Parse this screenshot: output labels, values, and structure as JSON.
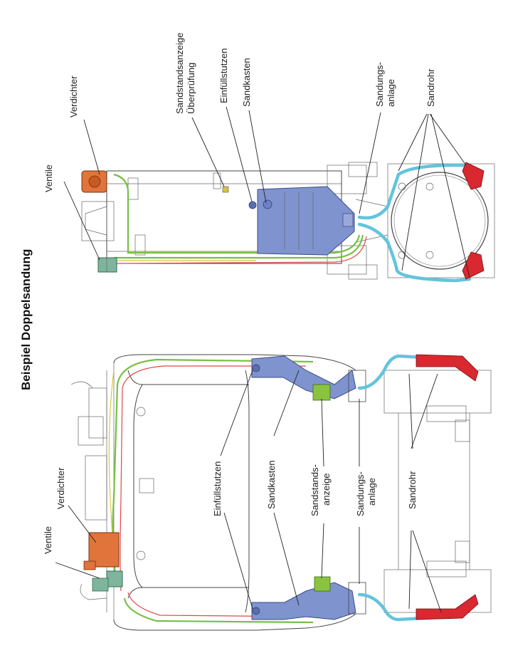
{
  "title": "Beispiel Doppelsandung",
  "colors": {
    "sand_box": "#7f93cf",
    "compressor": "#e0743a",
    "valve": "#7fb59c",
    "indicator": "#8ac43f",
    "sand_pipe": "#63c4dc",
    "wheel_guard": "#d9282f",
    "air_green": "#77c043",
    "air_red": "#e0474c",
    "air_yellow": "#d8c33a"
  },
  "labels_top": {
    "ventile": "Ventile",
    "verdichter": "Verdichter",
    "sandstandsanzeige_line1": "Sandstandsanzeige",
    "sandstandsanzeige_line2": "Überprüfung",
    "einfuellstutzen": "Einfüllstutzen",
    "sandkasten": "Sandkasten",
    "sandungsanlage_line1": "Sandungs-",
    "sandungsanlage_line2": "anlage",
    "sandrohr": "Sandrohr"
  },
  "labels_bottom": {
    "ventile": "Ventile",
    "verdichter": "Verdichter",
    "einfuellstutzen": "Einfüllstutzen",
    "sandkasten": "Sandkasten",
    "sandstandsanzeige_line1": "Sandstands-",
    "sandstandsanzeige_line2": "anzeige",
    "sandungsanlage_line1": "Sandungs-",
    "sandungsanlage_line2": "anlage",
    "sandrohr": "Sandrohr"
  }
}
